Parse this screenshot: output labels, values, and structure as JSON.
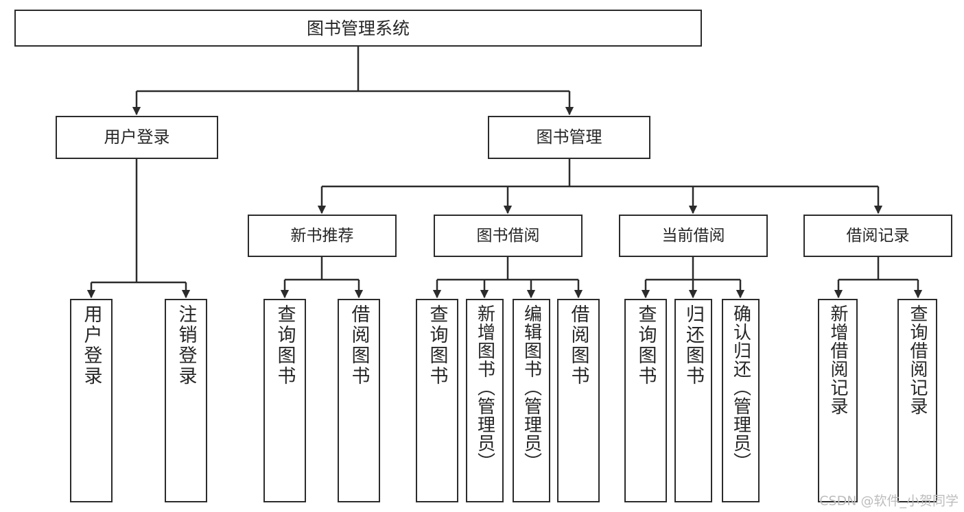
{
  "diagram": {
    "title": "图书管理系统",
    "type": "tree",
    "colors": {
      "stroke": "#2b2b2b",
      "fill": "#ffffff",
      "text": "#262626",
      "watermark": "#bdbdbd"
    },
    "watermark": "CSDN @软件_小贺同学",
    "root": {
      "label": "图书管理系统"
    },
    "level2": [
      {
        "label": "用户登录"
      },
      {
        "label": "图书管理"
      }
    ],
    "level3": [
      {
        "label": "新书推荐"
      },
      {
        "label": "图书借阅"
      },
      {
        "label": "当前借阅"
      },
      {
        "label": "借阅记录"
      }
    ],
    "leaves": {
      "user_login": [
        {
          "label": "用户登录"
        },
        {
          "label": "注销登录"
        }
      ],
      "new_book_recommend": [
        {
          "label": "查询图书"
        },
        {
          "label": "借阅图书"
        }
      ],
      "book_borrow": [
        {
          "label": "查询图书"
        },
        {
          "label": "新增图书（管理员）"
        },
        {
          "label": "编辑图书（管理员）"
        },
        {
          "label": "借阅图书"
        }
      ],
      "current_borrow": [
        {
          "label": "查询图书"
        },
        {
          "label": "归还图书"
        },
        {
          "label": "确认归还（管理员）"
        }
      ],
      "borrow_record": [
        {
          "label": "新增借阅记录"
        },
        {
          "label": "查询借阅记录"
        }
      ]
    }
  }
}
